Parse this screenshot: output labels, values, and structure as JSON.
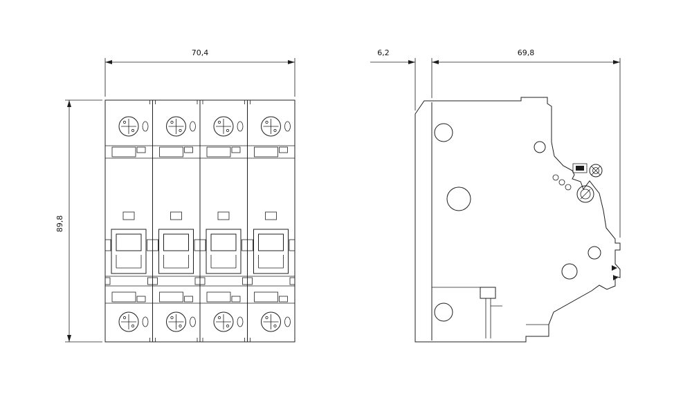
{
  "drawing": {
    "title": "",
    "colors": {
      "line": "#1c1c1c",
      "background": "#ffffff"
    },
    "views": {
      "front": {
        "name": "front-view",
        "modules": 4
      },
      "side": {
        "name": "side-view"
      }
    },
    "dimensions": {
      "front_width": "70,4",
      "front_height": "89,8",
      "side_front_depth": "6,2",
      "side_body_depth": "69,8"
    }
  }
}
